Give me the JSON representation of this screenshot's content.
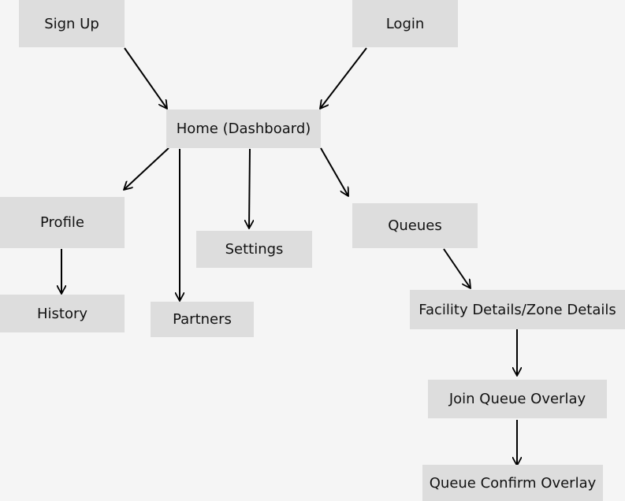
{
  "colors": {
    "background": "#f5f5f5",
    "node_fill": "#dddddd",
    "text": "#111111",
    "arrow": "#000000"
  },
  "nodes": {
    "signup": "Sign Up",
    "login": "Login",
    "home": "Home (Dashboard)",
    "profile": "Profile",
    "history": "History",
    "partners": "Partners",
    "settings": "Settings",
    "queues": "Queues",
    "facility": "Facility Details/Zone Details",
    "join_queue": "Join Queue Overlay",
    "queue_confirm": "Queue Confirm Overlay"
  },
  "edges": [
    [
      "signup",
      "home"
    ],
    [
      "login",
      "home"
    ],
    [
      "home",
      "profile"
    ],
    [
      "home",
      "partners"
    ],
    [
      "home",
      "settings"
    ],
    [
      "home",
      "queues"
    ],
    [
      "profile",
      "history"
    ],
    [
      "queues",
      "facility"
    ],
    [
      "facility",
      "join_queue"
    ],
    [
      "join_queue",
      "queue_confirm"
    ]
  ]
}
